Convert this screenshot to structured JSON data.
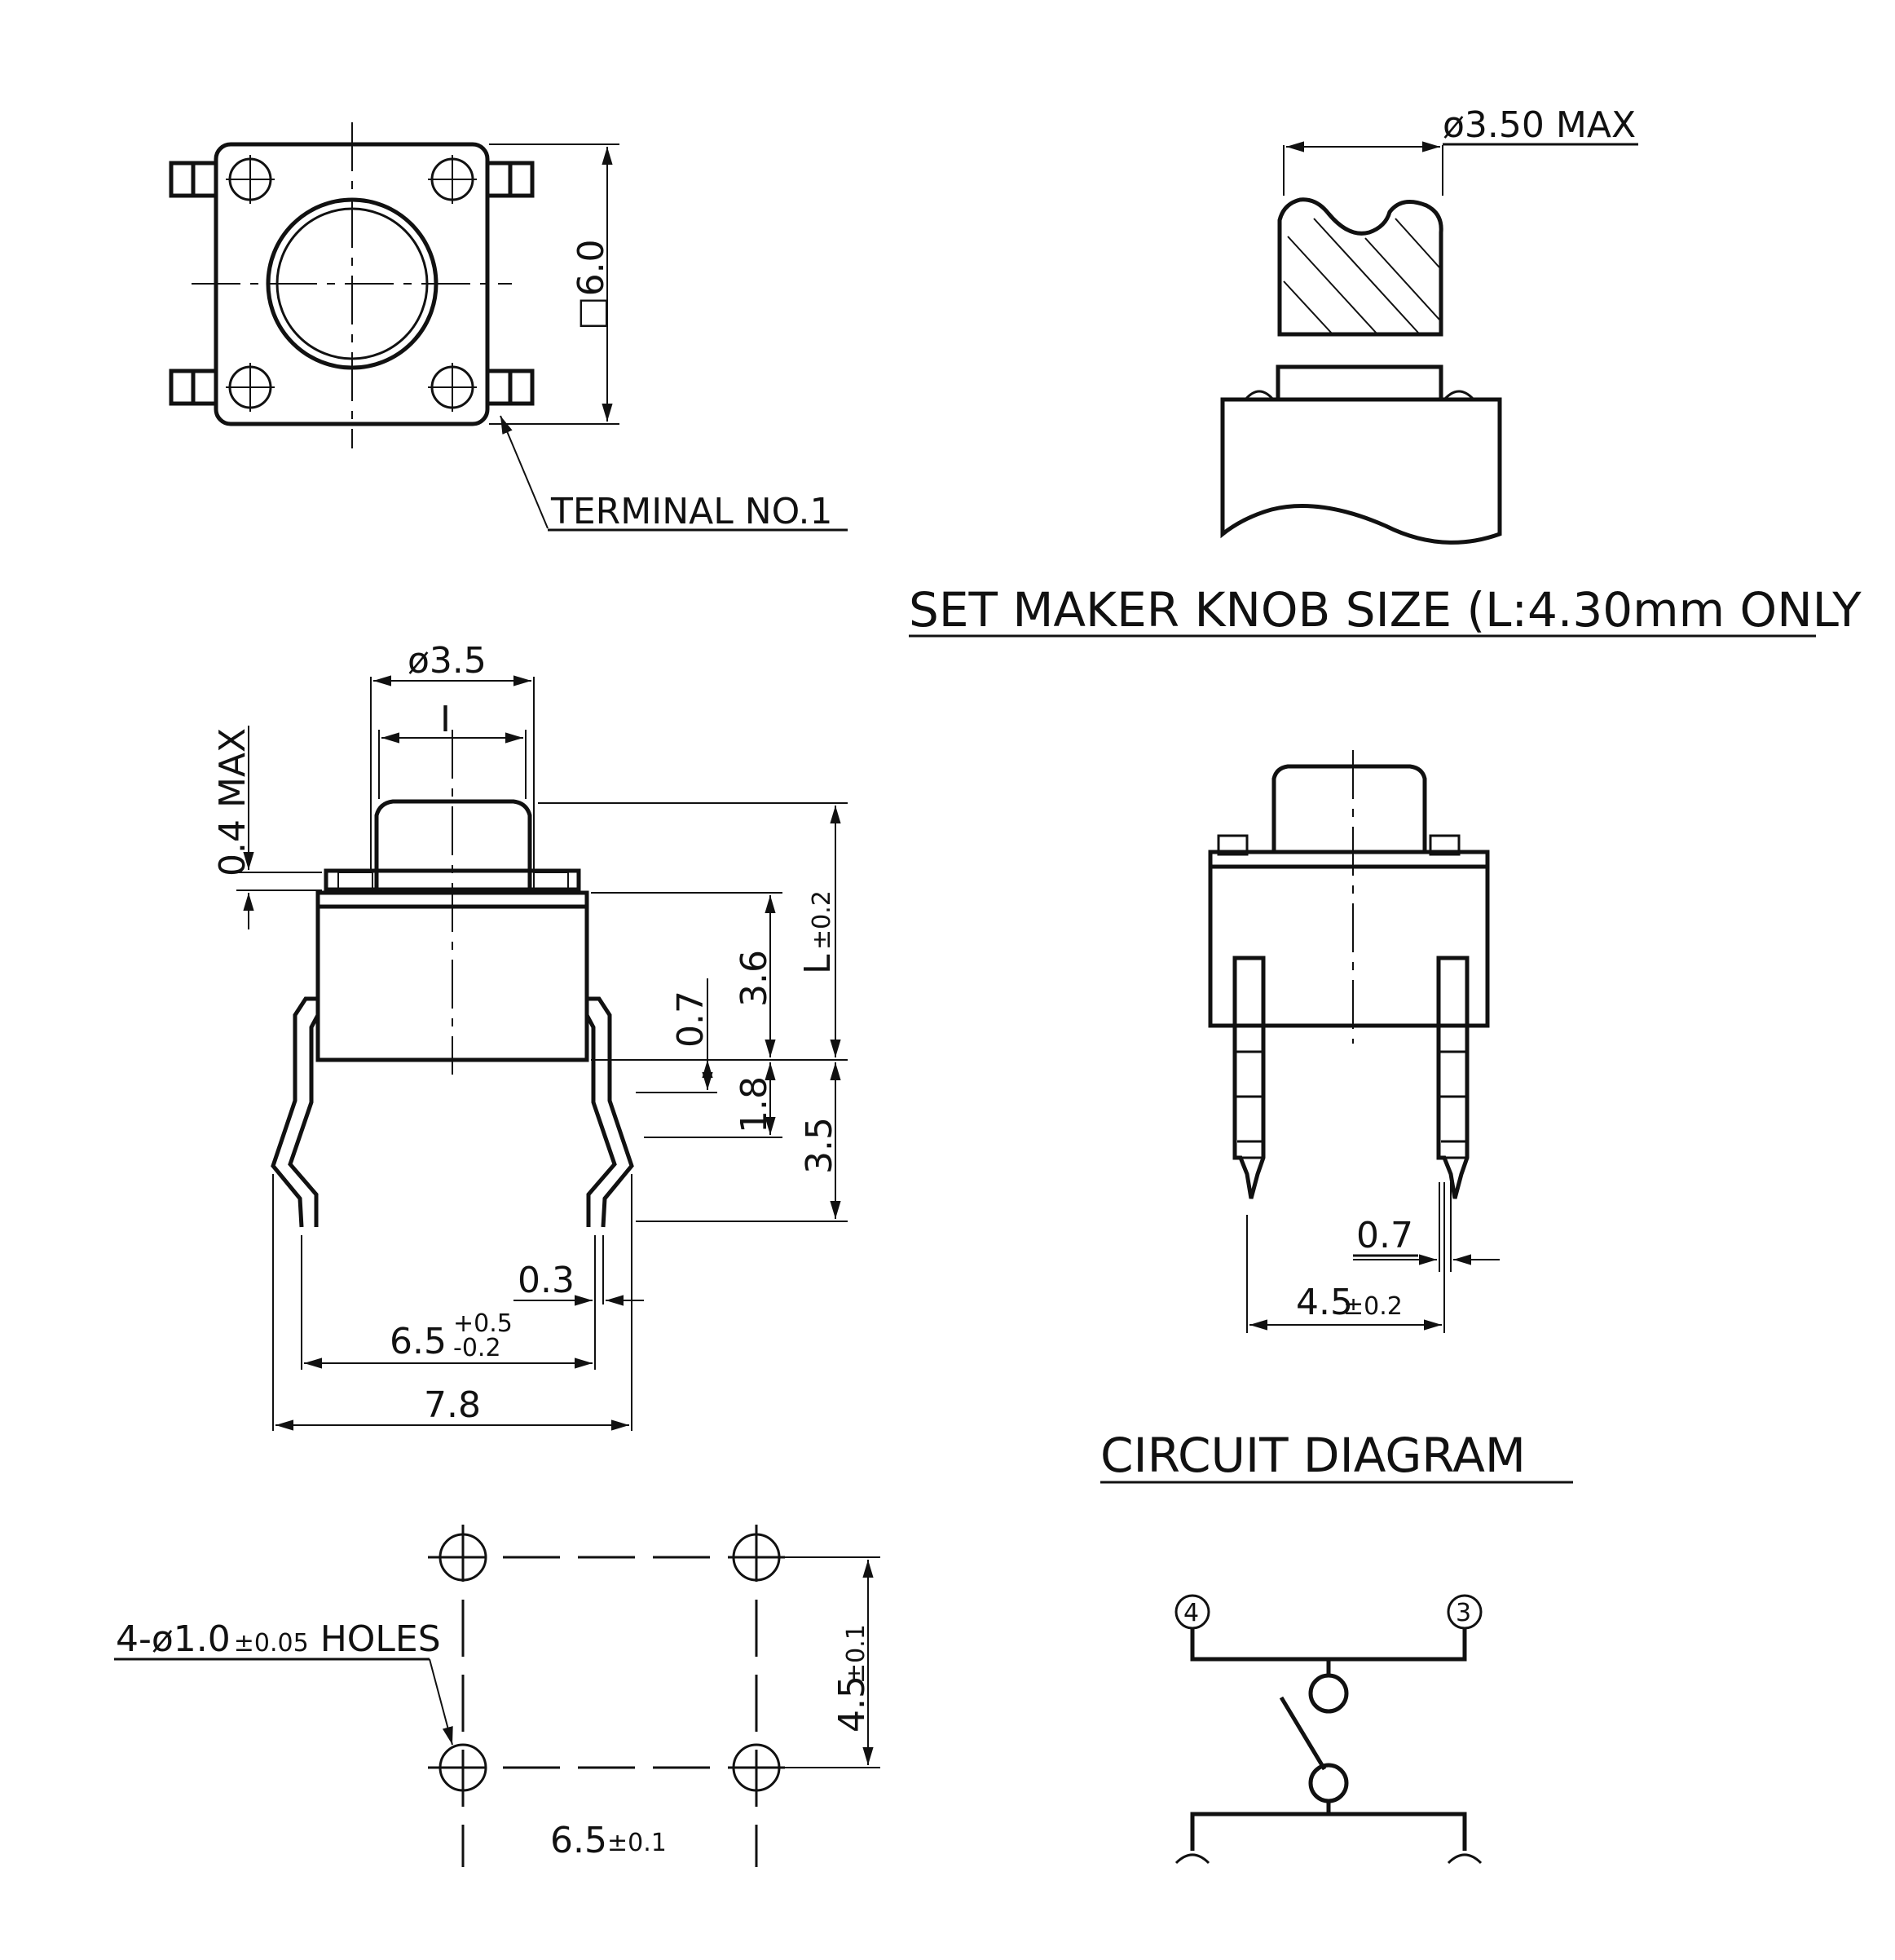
{
  "labels": {
    "terminal": "TERMINAL NO.1",
    "sq_6_0": "□6.0",
    "knob_dia_max": "ø3.50 MAX",
    "set_maker_title": "SET MAKER KNOB SIZE (L:4.30mm ONLY",
    "dia_3_5": "ø3.5",
    "dim_I": "I",
    "max_0_4": "0.4 MAX",
    "dim_3_6": "3.6",
    "dim_L": "L",
    "tol_L": "±0.2",
    "dim_0_7_side": "0.7",
    "dim_1_8": "1.8",
    "dim_3_5_side": "3.5",
    "dim_0_3": "0.3",
    "dim_6_5": "6.5",
    "tol_6_5_plus": "+0.5",
    "tol_6_5_minus": "-0.2",
    "dim_7_8": "7.8",
    "dim_0_7_front": "0.7",
    "dim_4_5": "4.5",
    "tol_4_5": "±0.2",
    "circuit_title": "CIRCUIT DIAGRAM",
    "holes_prefix": "4-ø1.0",
    "holes_tol": "±0.05",
    "holes_suffix": "HOLES",
    "pcb_4_5": "4.5",
    "pcb_4_5_tol": "±0.1",
    "pcb_6_5": "6.5",
    "pcb_6_5_tol": "±0.1",
    "pin_4": "4",
    "pin_3": "3"
  }
}
